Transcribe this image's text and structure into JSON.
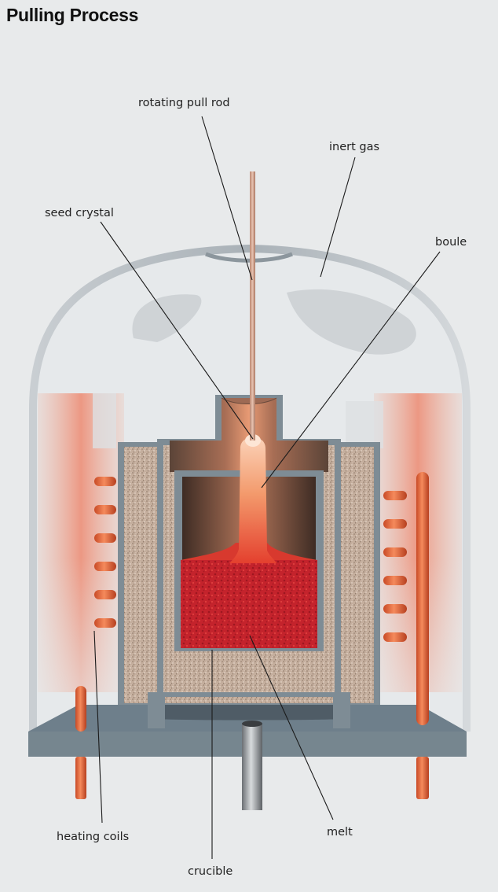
{
  "title": "Pulling Process",
  "labels": {
    "rotating_pull_rod": "rotating pull rod",
    "inert_gas": "inert gas",
    "seed_crystal": "seed crystal",
    "boule": "boule",
    "heating_coils": "heating coils",
    "melt": "melt",
    "crucible": "crucible"
  },
  "colors": {
    "background": "#e8eaeb",
    "frame": "#7a8a94",
    "insulation": "#bfa998",
    "melt": "#c1272d",
    "coil": "#e0643a",
    "glow": "#f08a6a"
  }
}
